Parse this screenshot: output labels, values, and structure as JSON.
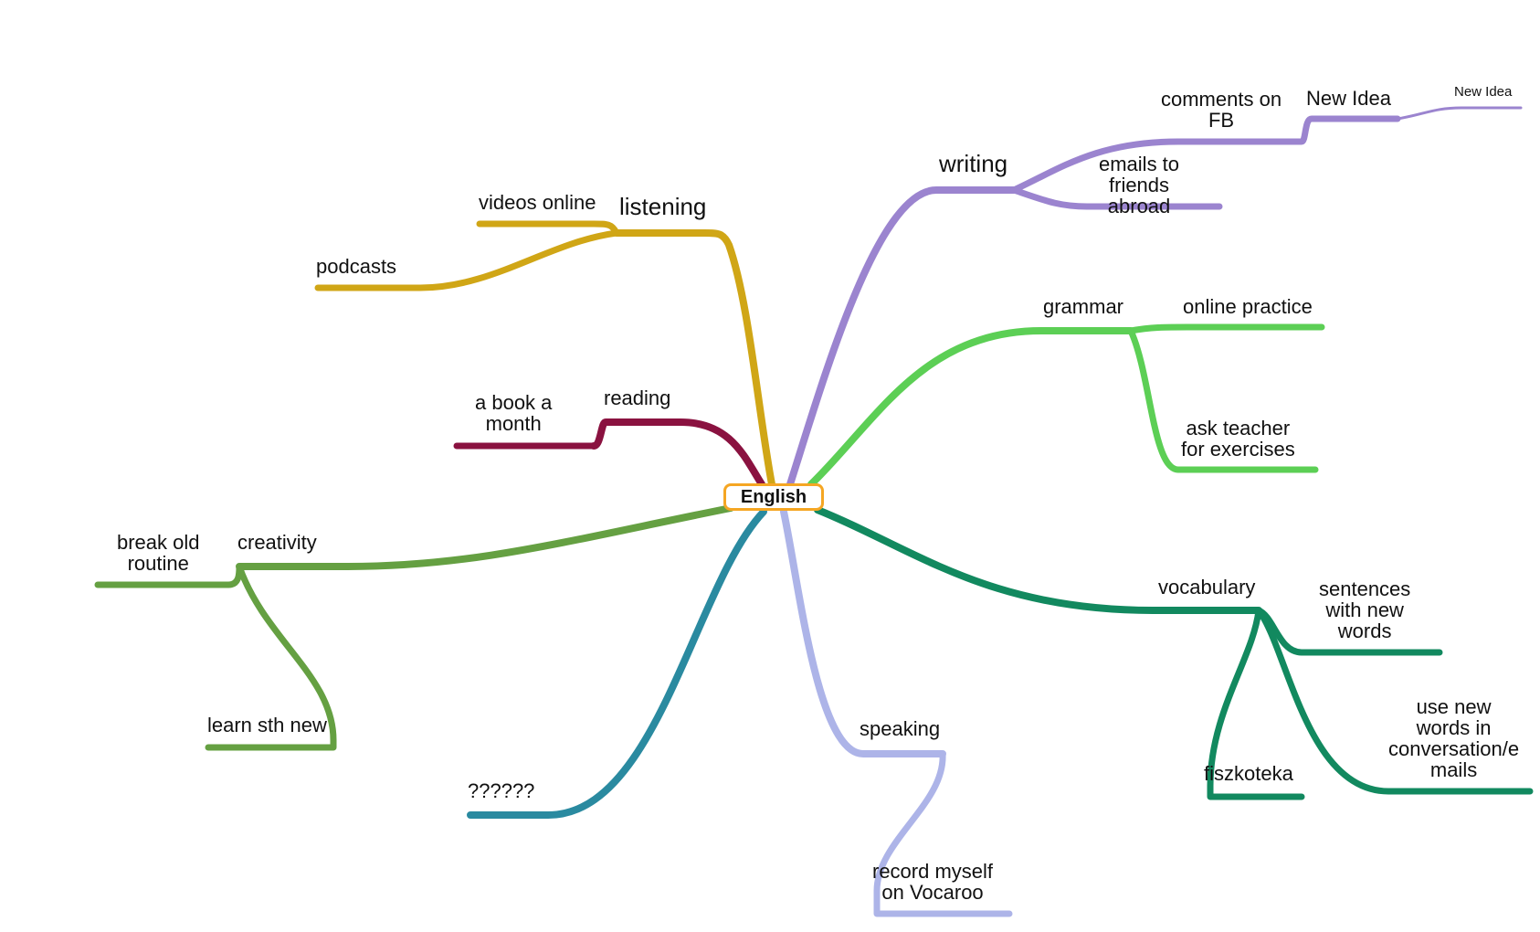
{
  "root": {
    "label": "English",
    "border_color": "#f5a623"
  },
  "colors": {
    "listening": "#d0a616",
    "reading": "#8a1240",
    "writing": "#9b84cf",
    "grammar": "#5ccf55",
    "vocabulary": "#12895f",
    "speaking": "#adb4e8",
    "unknown": "#2a8aa0",
    "creativity": "#65a042"
  },
  "topics": {
    "listening": {
      "label": "listening",
      "children": [
        "videos online",
        "podcasts"
      ]
    },
    "reading": {
      "label": "reading",
      "children": [
        "a  book  a\nmonth"
      ]
    },
    "writing": {
      "label": "writing",
      "children": [
        "comments  on\nFB",
        "emails  to\nfriends\nabroad"
      ],
      "grandchildren": [
        "New Idea",
        "New Idea"
      ]
    },
    "grammar": {
      "label": "grammar",
      "children": [
        "online practice",
        "ask  teacher\nfor  exercises"
      ]
    },
    "vocabulary": {
      "label": "vocabulary",
      "children": [
        "sentences\nwith  new\nwords",
        "use  new\nwords  in\nconversation/e\nmails",
        "fiszkoteka"
      ]
    },
    "speaking": {
      "label": "speaking",
      "children": [
        "record  myself\non  Vocaroo"
      ]
    },
    "unknown": {
      "label": "??????"
    },
    "creativity": {
      "label": "creativity",
      "children": [
        "break  old\nroutine",
        "learn sth new"
      ]
    }
  }
}
